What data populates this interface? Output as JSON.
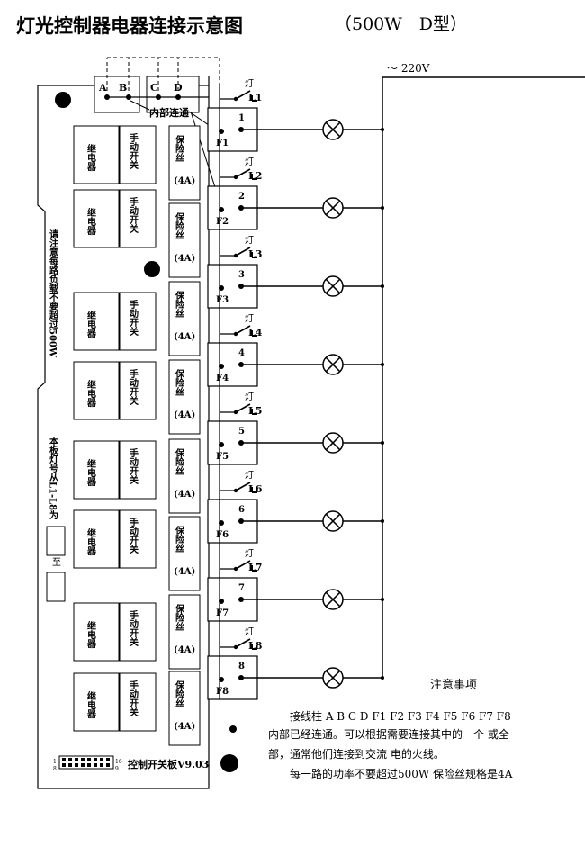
{
  "title": "灯光控制器电器连接示意图",
  "model": "（500W　D型）",
  "power": "～ 220V",
  "terminals": [
    "A",
    "B",
    "C",
    "D"
  ],
  "internal_label": "内部连通",
  "channels": [
    {
      "num": "1",
      "fuse": "F1",
      "lamp_label": "灯",
      "lamp_tag": "L1"
    },
    {
      "num": "2",
      "fuse": "F2",
      "lamp_label": "灯",
      "lamp_tag": "L2"
    },
    {
      "num": "3",
      "fuse": "F3",
      "lamp_label": "灯",
      "lamp_tag": "L3"
    },
    {
      "num": "4",
      "fuse": "F4",
      "lamp_label": "灯",
      "lamp_tag": "L4"
    },
    {
      "num": "5",
      "fuse": "F5",
      "lamp_label": "灯",
      "lamp_tag": "L5"
    },
    {
      "num": "6",
      "fuse": "F6",
      "lamp_label": "灯",
      "lamp_tag": "L6"
    },
    {
      "num": "7",
      "fuse": "F7",
      "lamp_label": "灯",
      "lamp_tag": "L7"
    },
    {
      "num": "8",
      "fuse": "F8",
      "lamp_label": "灯",
      "lamp_tag": "L8"
    }
  ],
  "board": {
    "relay": "继电器",
    "manual_switch": "手动开关",
    "fuse": "保险丝",
    "fuse_rating": "(4A)",
    "side_text_1": "请注意每路负载不要超过500W",
    "side_text_2": "本板灯号从L1-L8为",
    "pcb_label": "控制开关板V9.03",
    "pin_tl": "1",
    "pin_bl": "8",
    "pin_tr": "16",
    "pin_br": "9"
  },
  "notes": {
    "heading": "注意事项",
    "line1": "接线柱 A B C D F1 F2 F3 F4 F5 F6 F7 F8",
    "line2": "内部已经连通。可以根据需要连接其中的一个 或全",
    "line3": "部，通常他们连接到交流 电的火线。",
    "line4": "每一路的功率不要超过500W 保险丝规格是4A"
  }
}
